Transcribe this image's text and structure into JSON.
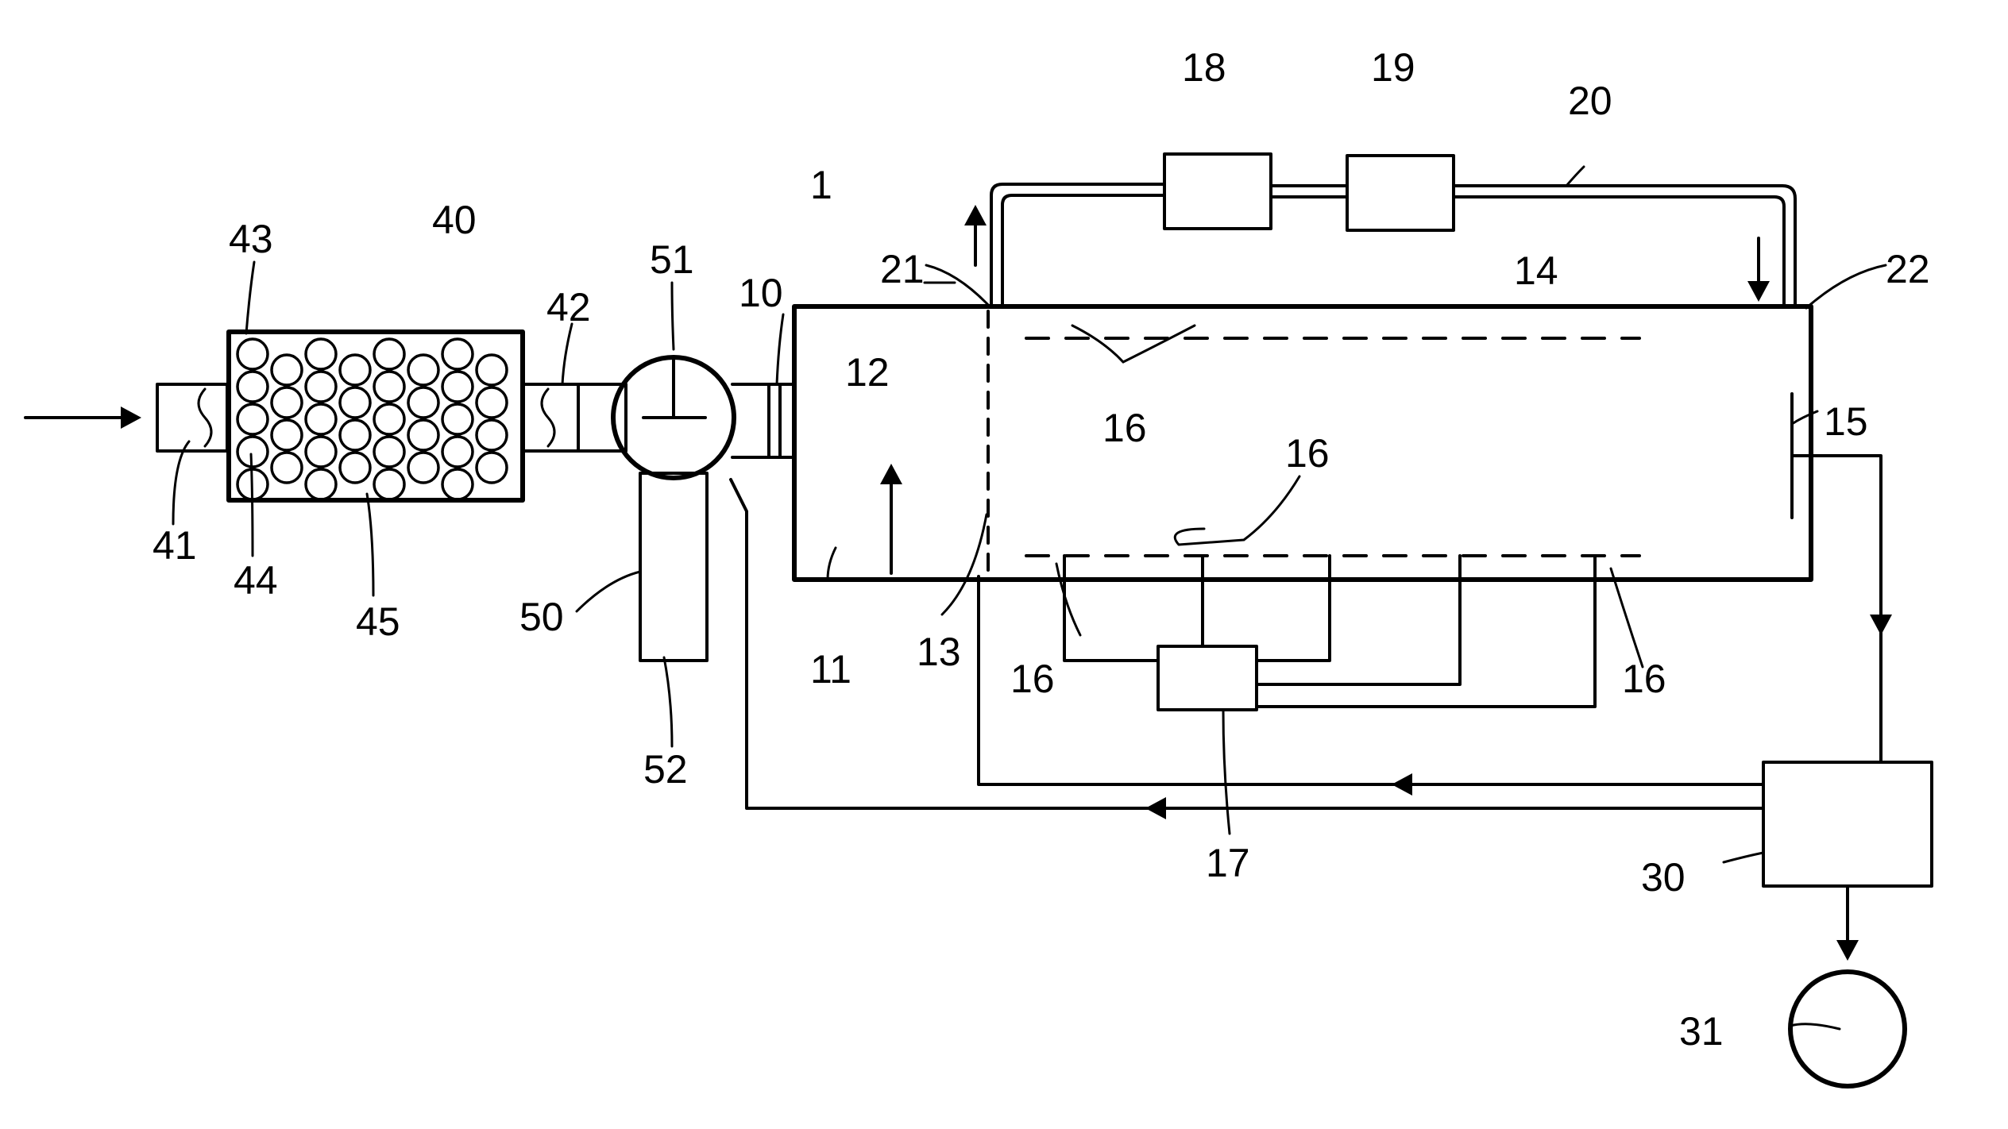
{
  "labels": {
    "l1": "1",
    "l10": "10",
    "l11": "11",
    "l12": "12",
    "l13": "13",
    "l14": "14",
    "l15": "15",
    "l16": "16",
    "l17": "17",
    "l18": "18",
    "l19": "19",
    "l20": "20",
    "l21": "21",
    "l22": "22",
    "l30": "30",
    "l31": "31",
    "l40": "40",
    "l41": "41",
    "l42": "42",
    "l43": "43",
    "l44": "44",
    "l45": "45",
    "l50": "50",
    "l51": "51",
    "l52": "52"
  }
}
